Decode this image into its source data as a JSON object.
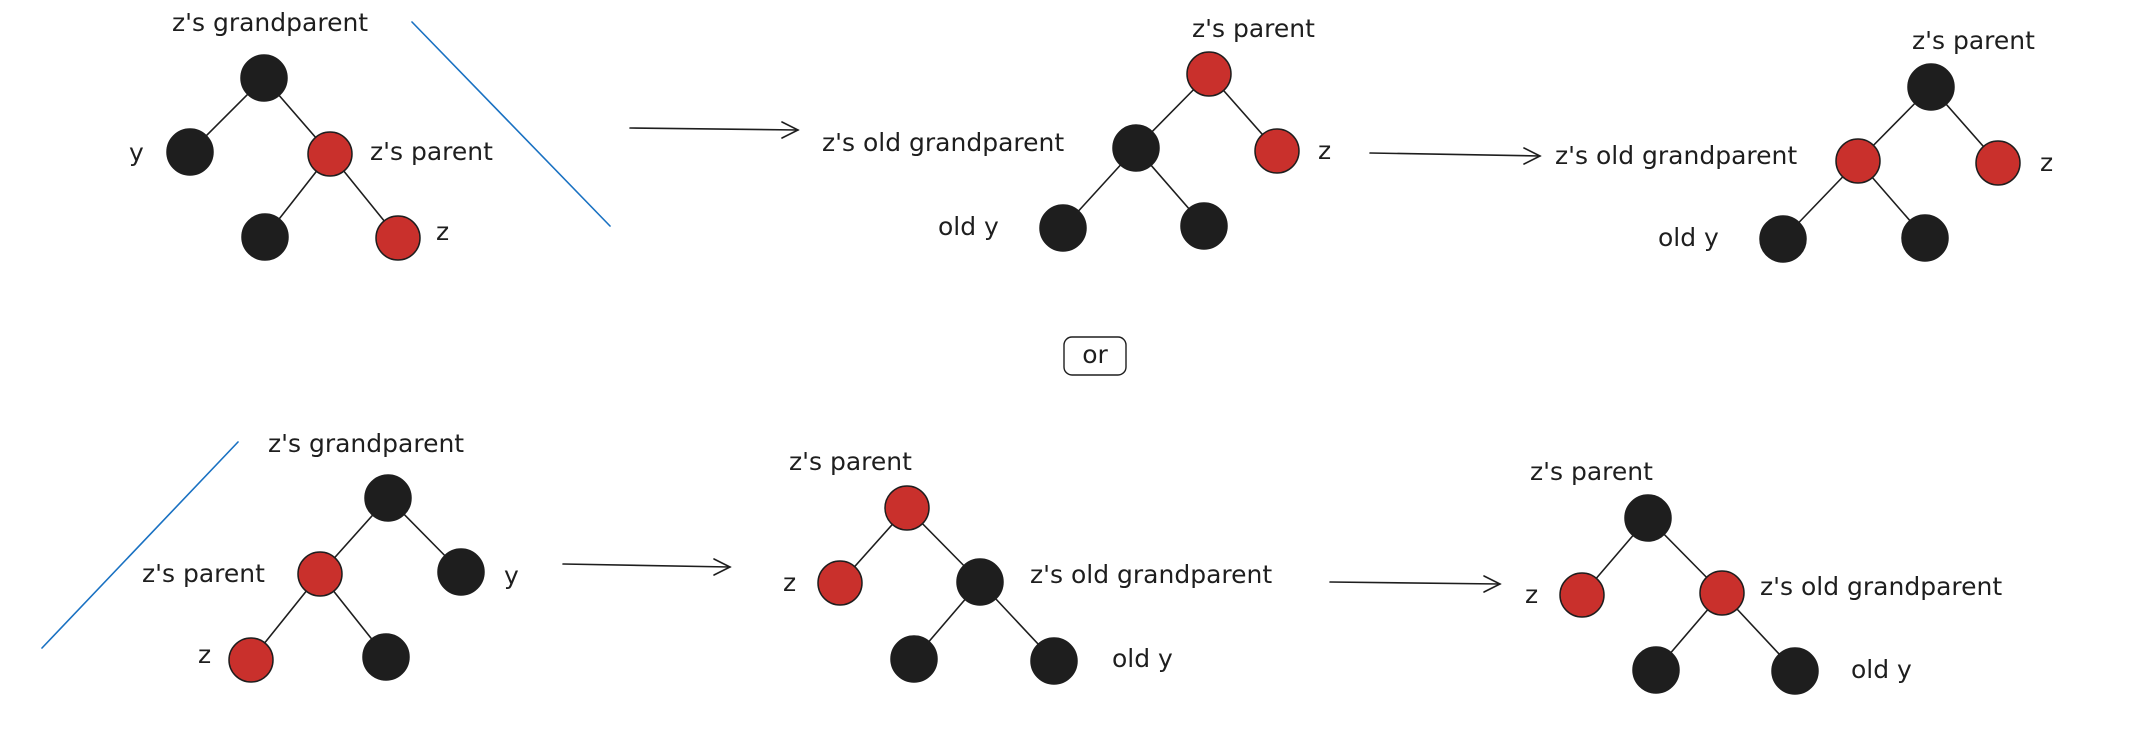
{
  "colors": {
    "red_node": "#c9302c",
    "black_node": "#1e1e1e",
    "separator": "#1971c2"
  },
  "divider_label": "or",
  "rows": [
    {
      "name": "top",
      "panels": [
        {
          "labels": {
            "grandparent": "z's grandparent",
            "sibling": "y",
            "parent": "z's parent",
            "z": "z"
          }
        },
        {
          "labels": {
            "parent": "z's parent",
            "old_grandparent": "z's old grandparent",
            "z": "z",
            "old_y": "old y"
          }
        },
        {
          "labels": {
            "parent": "z's parent",
            "old_grandparent": "z's old grandparent",
            "z": "z",
            "old_y": "old y"
          }
        }
      ]
    },
    {
      "name": "bottom",
      "panels": [
        {
          "labels": {
            "grandparent": "z's grandparent",
            "parent": "z's parent",
            "sibling": "y",
            "z": "z"
          }
        },
        {
          "labels": {
            "parent": "z's parent",
            "z": "z",
            "old_grandparent": "z's old grandparent",
            "old_y": "old y"
          }
        },
        {
          "labels": {
            "parent": "z's parent",
            "z": "z",
            "old_grandparent": "z's old grandparent",
            "old_y": "old y"
          }
        }
      ]
    }
  ]
}
